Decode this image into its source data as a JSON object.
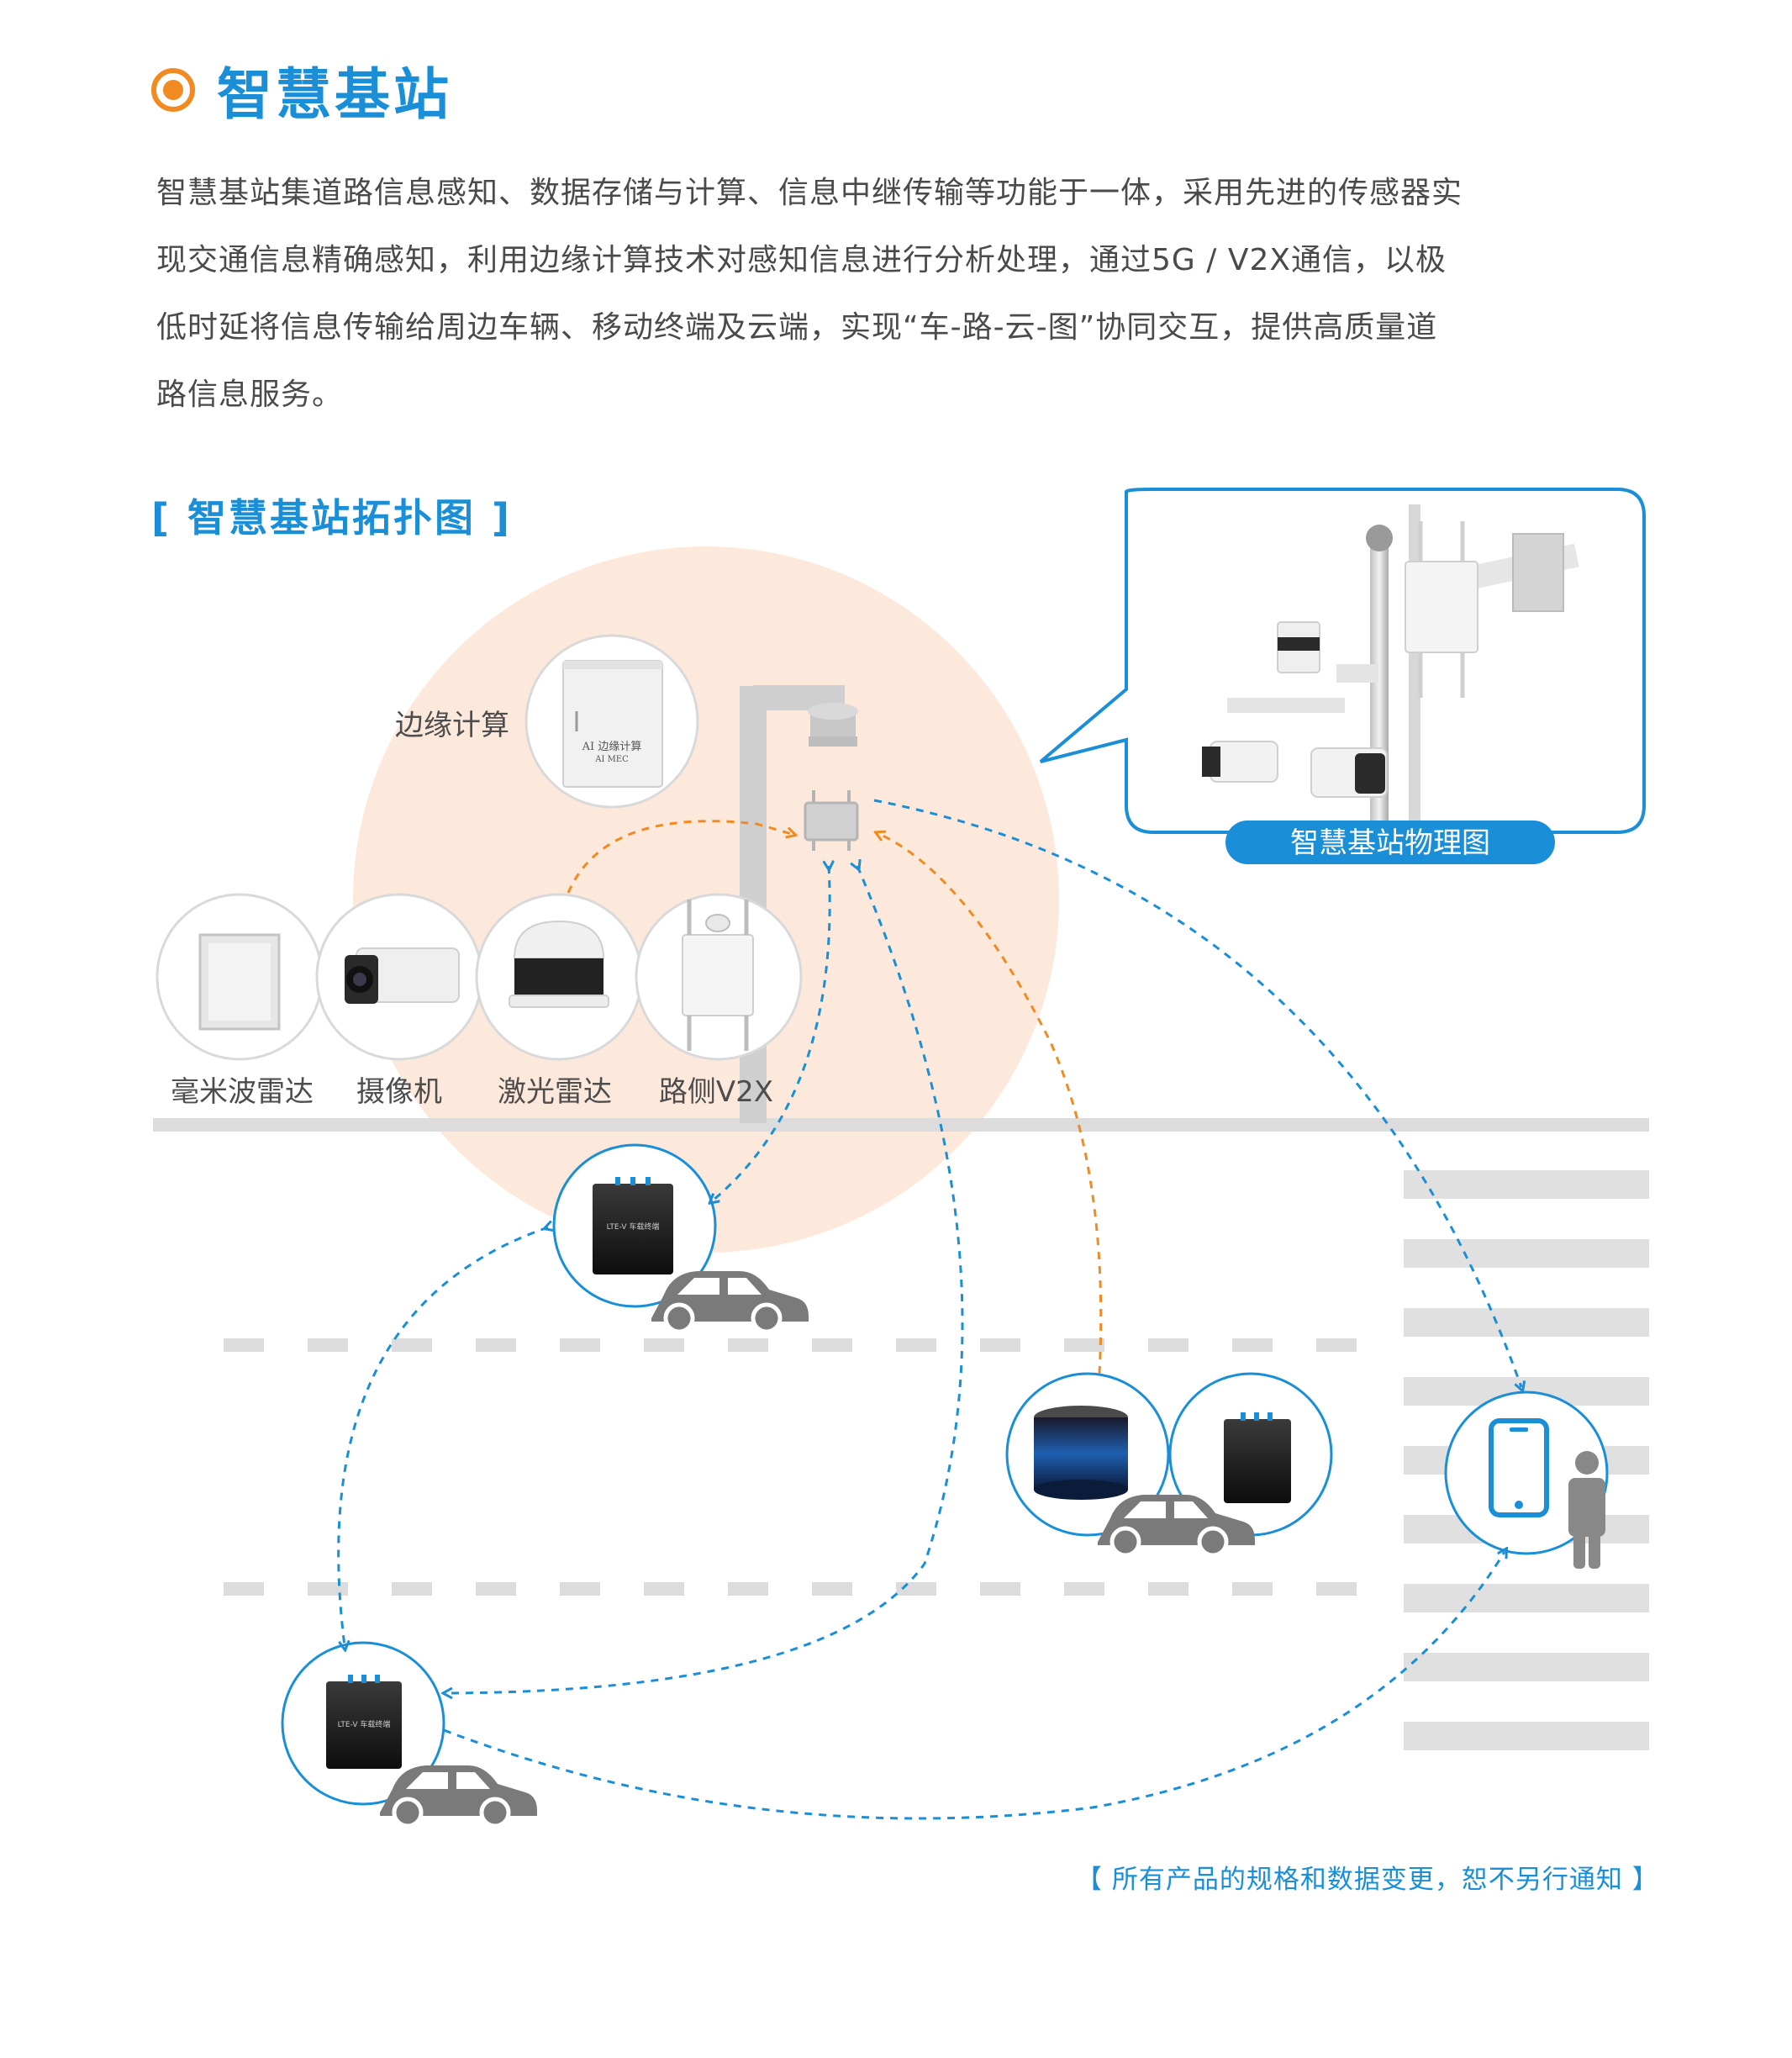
{
  "header": {
    "title": "智慧基站",
    "intro": "智慧基站集道路信息感知、数据存储与计算、信息中继传输等功能于一体，采用先进的传感器实现交通信息精确感知，利用边缘计算技术对感知信息进行分析处理，通过5G / V2X通信，以极低时延将信息传输给周边车辆、移动终端及云端，实现“车-路-云-图”协同交互，提供高质量道路信息服务。"
  },
  "topology": {
    "title": "[ 智慧基站拓扑图 ]",
    "edge_label": "边缘计算",
    "mec_box_line1": "AI 边缘计算",
    "mec_box_line2": "AI  MEC",
    "sensors": [
      {
        "label": "毫米波雷达",
        "icon": "millimeter-radar-icon"
      },
      {
        "label": "摄像机",
        "icon": "camera-icon"
      },
      {
        "label": "激光雷达",
        "icon": "lidar-icon"
      },
      {
        "label": "路侧V2X",
        "icon": "roadside-v2x-icon"
      }
    ],
    "obu_label": "LTE-V 车载终端",
    "photo_caption": "智慧基站物理图"
  },
  "footnote": "【  所有产品的规格和数据变更，恕不另行通知  】",
  "colors": {
    "accent_blue": "#1a8fd8",
    "accent_orange": "#f28a22",
    "halo": "#fde9dc",
    "road_gray": "#dcdcdc",
    "car_gray": "#7a7a7a"
  }
}
